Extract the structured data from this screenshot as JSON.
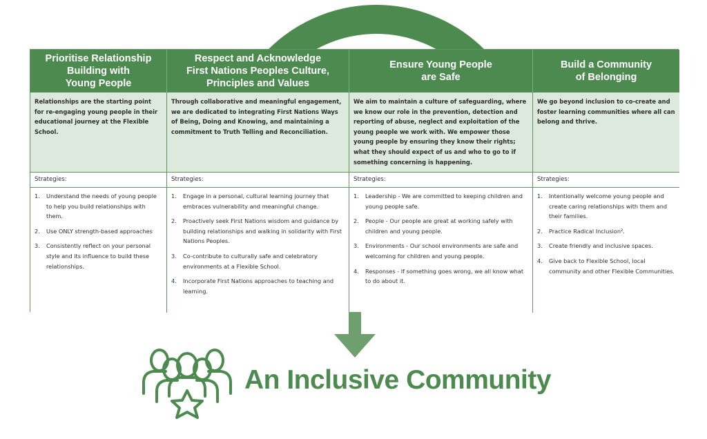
{
  "colors": {
    "header_green": "#4d8a4f",
    "ring_green": "#4d8a4f",
    "description_fill": "#dde9dc",
    "arrow_green": "#6f9f6f",
    "title_green": "#4d8a4f"
  },
  "columns": [
    {
      "heading": "Prioritise Relationship\nBuilding with\nYoung People",
      "description": "Relationships are the starting point for re-engaging young people in their educational journey at the Flexible School.",
      "strategies_label": "Strategies:",
      "strategies": [
        {
          "num": "1.",
          "text": "Understand the needs of young people to help you build relationships with them."
        },
        {
          "num": "2.",
          "text": "Use ONLY strength-based approaches"
        },
        {
          "num": "3.",
          "text": "Consistently reflect on your personal style and its influence to build these relationships."
        }
      ]
    },
    {
      "heading": "Respect and Acknowledge\nFirst Nations Peoples Culture,\nPrinciples and Values",
      "description": "Through collaborative and meaningful engagement, we are dedicated to integrating First Nations Ways of Being, Doing and Knowing, and maintaining a commitment to Truth Telling and Reconciliation.",
      "strategies_label": "Strategies:",
      "strategies": [
        {
          "num": "1.",
          "text": "Engage in a personal, cultural learning journey that embraces vulnerability and meaningful change."
        },
        {
          "num": "2.",
          "text": "Proactively seek First Nations wisdom and guidance by building relationships and walking in solidarity with First Nations Peoples."
        },
        {
          "num": "3.",
          "text": "Co-contribute to culturally safe and celebratory environments at a Flexible School."
        },
        {
          "num": "4.",
          "text": "Incorporate First Nations approaches to teaching and learning."
        }
      ]
    },
    {
      "heading": "Ensure Young People\nare Safe",
      "description": "We aim to maintain a culture of safeguarding, where we know our role in the prevention, detection and reporting of abuse, neglect and exploitation of the young people we work with. We empower those young people by ensuring they know their rights; what they should expect of us and who to go to if something concerning is happening.",
      "strategies_label": "Strategies:",
      "strategies": [
        {
          "num": "1.",
          "text": "Leadership - We are committed to keeping children and young people safe."
        },
        {
          "num": "2.",
          "text": "People - Our people are great at working safely with children and young people."
        },
        {
          "num": "3.",
          "text": "Environments - Our school environments are safe and welcoming for children and young people."
        },
        {
          "num": "4.",
          "text": "Responses - If something goes wrong, we all know what to do about it."
        }
      ]
    },
    {
      "heading": "Build a Community\nof Belonging",
      "description": "We go beyond inclusion to co-create and foster learning communities where all can belong and thrive.",
      "strategies_label": "Strategies:",
      "strategies": [
        {
          "num": "1.",
          "text": "Intentionally welcome young people and create caring relationships with them and their families."
        },
        {
          "num": "2.",
          "text": "Practice Radical Inclusion²."
        },
        {
          "num": "3.",
          "text": "Create friendly and inclusive spaces."
        },
        {
          "num": "4.",
          "text": "Give back to Flexible School, local community and other Flexible Communities."
        }
      ]
    }
  ],
  "icons": {
    "arrow": "down-arrow-icon",
    "community": "people-with-star-icon"
  },
  "footer": {
    "title": "An Inclusive Community"
  }
}
